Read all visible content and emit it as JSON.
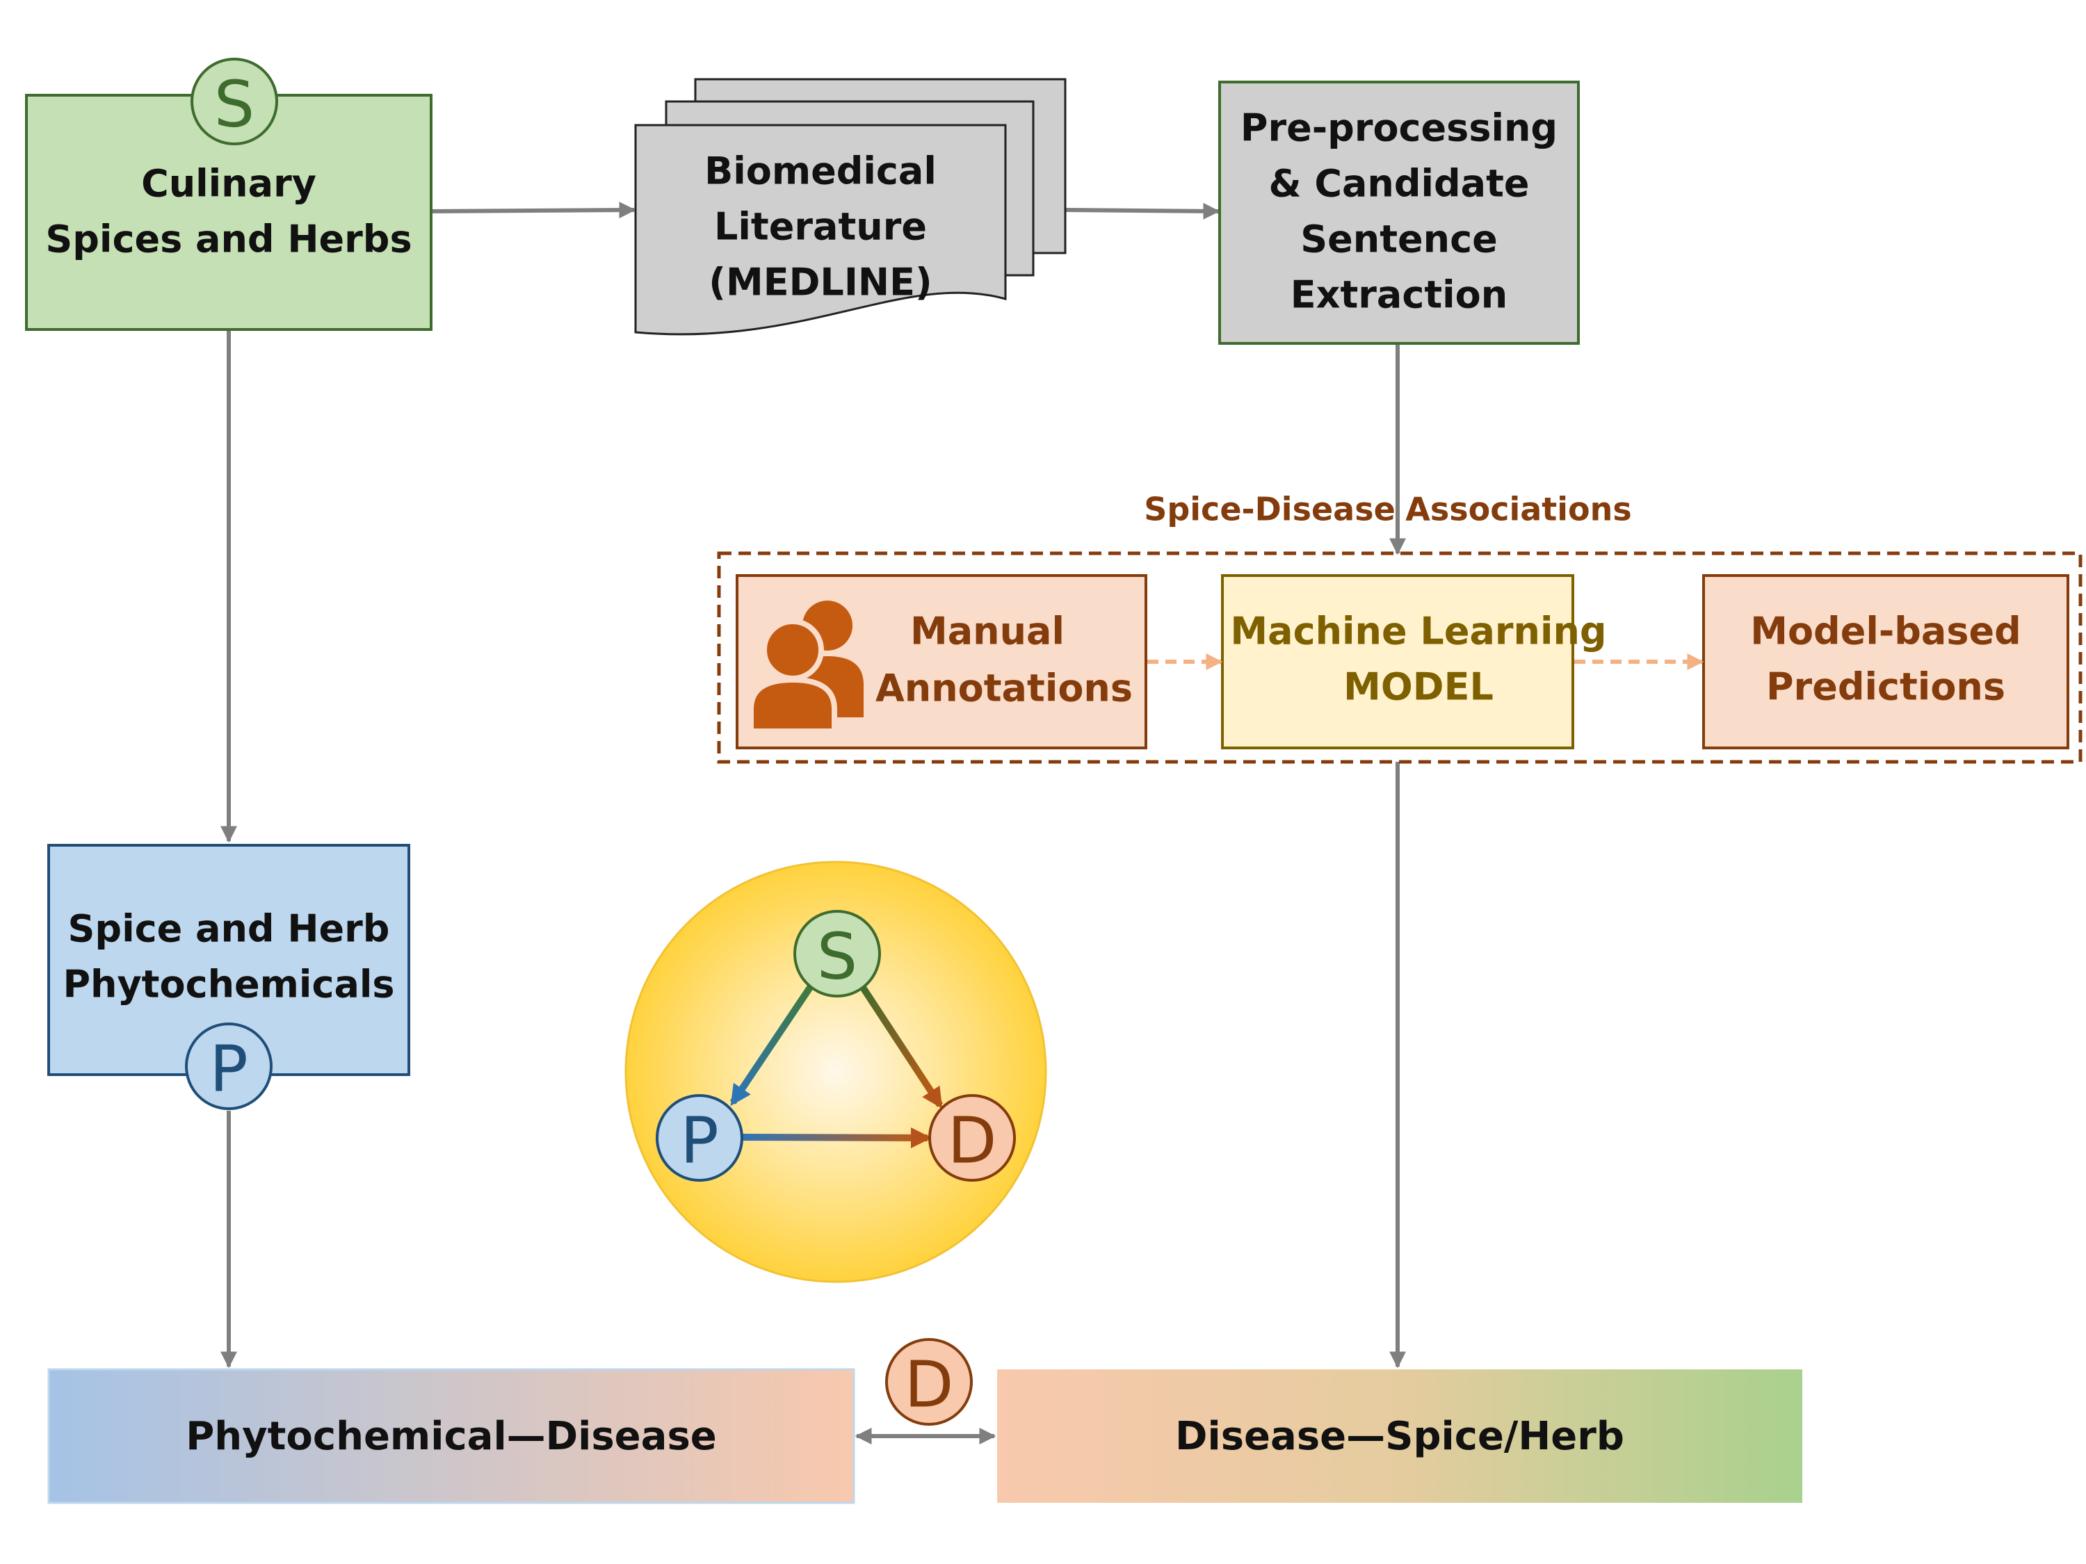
{
  "nodes": {
    "spices": {
      "lines": [
        "Culinary",
        "Spices and Herbs"
      ],
      "badge": "S"
    },
    "literature": {
      "lines": [
        "Biomedical",
        "Literature",
        "(MEDLINE)"
      ]
    },
    "preprocessing": {
      "lines": [
        "Pre-processing",
        "& Candidate",
        "Sentence",
        "Extraction"
      ]
    },
    "phytochemicals": {
      "lines": [
        "Spice and Herb",
        "Phytochemicals"
      ],
      "badge": "P"
    },
    "manual": {
      "lines": [
        "Manual",
        "Annotations"
      ]
    },
    "ml_model": {
      "lines": [
        "Machine Learning",
        "MODEL"
      ]
    },
    "predictions": {
      "lines": [
        "Model-based",
        "Predictions"
      ]
    },
    "phyto_disease": {
      "label": "Phytochemical—Disease"
    },
    "disease_spice": {
      "label": "Disease—Spice/Herb"
    }
  },
  "labels": {
    "assoc_left": "Spice-Disease",
    "assoc_right": "Associations"
  },
  "bottom_badge": "D",
  "triangle": {
    "s": "S",
    "p": "P",
    "d": "D"
  },
  "icons": {
    "manual": "people-icon"
  },
  "colors": {
    "green_fill": "#c5e0b4",
    "green_stroke": "#3e6b2e",
    "gray_fill": "#d0cfd0",
    "blue_fill": "#bdd7ee",
    "blue_stroke": "#1f4e79",
    "peach_fill": "#f9dcc9",
    "brown": "#843c0c",
    "yellow_fill": "#fff2cc",
    "olive": "#7f6000",
    "arrow_gray": "#7f7f7f",
    "dashed_orange": "#f4b183",
    "people": "#c55a11"
  }
}
